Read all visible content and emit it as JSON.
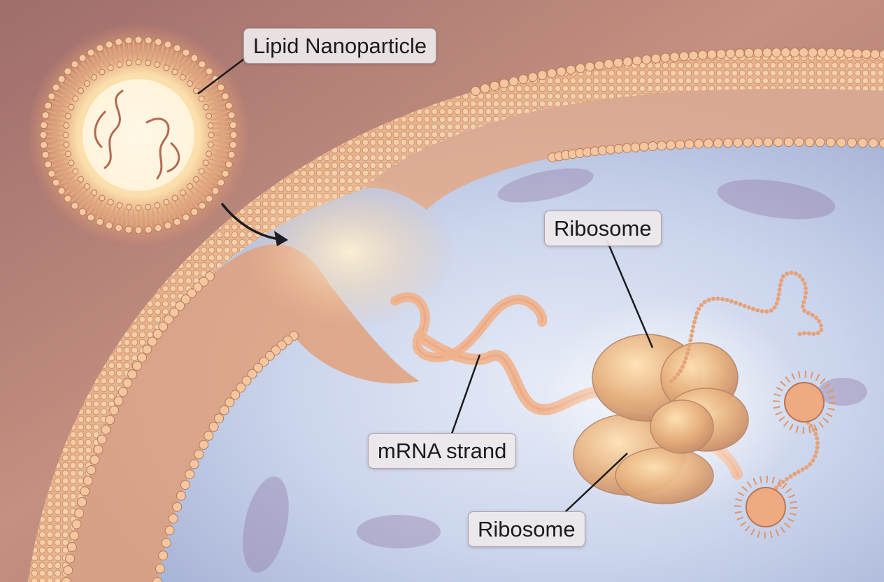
{
  "labels": {
    "lipid_nanoparticle": "Lipid Nanoparticle",
    "ribosome_top": "Ribosome",
    "mrna_strand": "mRNA strand",
    "ribosome_bottom": "Ribosome"
  },
  "colors": {
    "background_warm": "#b07a74",
    "cytoplasm": "#c9d4ec",
    "membrane_head": "#f0b88e",
    "membrane_tail": "#d88d63",
    "glow": "#fff3cf",
    "ribosome": "#e8b47f",
    "rna": "#c9714a"
  }
}
